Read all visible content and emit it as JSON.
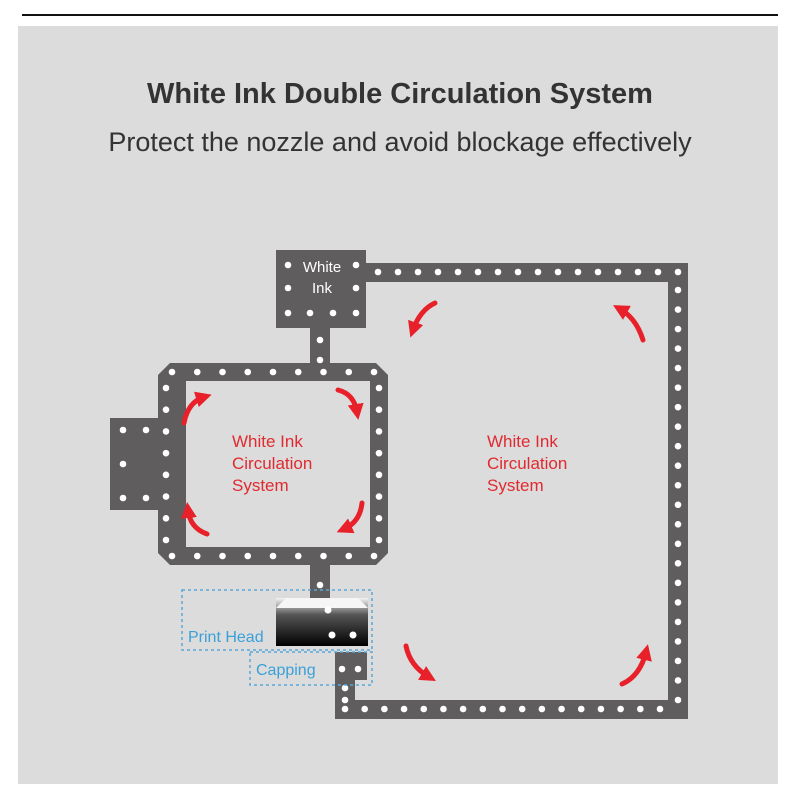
{
  "header": {
    "title": "White Ink Double Circulation System",
    "subtitle": "Protect the nozzle and avoid blockage effectively"
  },
  "diagram": {
    "tank_label_line1": "White",
    "tank_label_line2": "Ink",
    "inner_loop_label": [
      "White Ink",
      "Circulation",
      "System"
    ],
    "outer_loop_label": [
      "White Ink",
      "Circulation",
      "System"
    ],
    "print_head_label": "Print Head",
    "capping_label": "Capping",
    "colors": {
      "pipe": "#5f5d5e",
      "arrow": "#e8202a",
      "label_red": "#e02a30",
      "label_blue": "#3aa0d8",
      "background": "#dcdcdc"
    }
  }
}
